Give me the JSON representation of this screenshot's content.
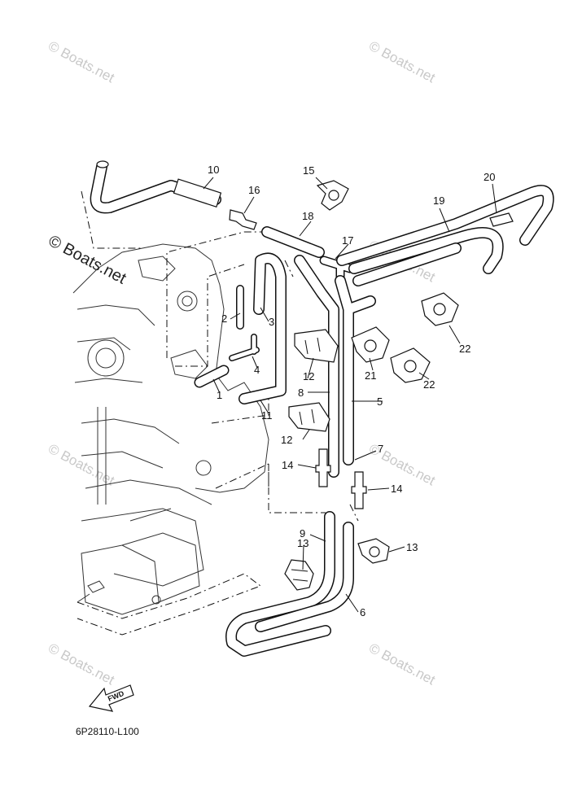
{
  "watermarks": [
    "© Boats.net",
    "© Boats.net",
    "© Boats.net",
    "© Boats.net",
    "© Boats.net",
    "© Boats.net",
    "© Boats.net"
  ],
  "watermark_main": "© Boats.net",
  "fwd_label": "FWD",
  "diagram_code": "6P28110-L100",
  "callouts": [
    "10",
    "16",
    "15",
    "18",
    "17",
    "19",
    "20",
    "2",
    "3",
    "4",
    "1",
    "11",
    "12",
    "8",
    "5",
    "12",
    "21",
    "22",
    "22",
    "7",
    "14",
    "14",
    "9",
    "13",
    "13",
    "6"
  ]
}
